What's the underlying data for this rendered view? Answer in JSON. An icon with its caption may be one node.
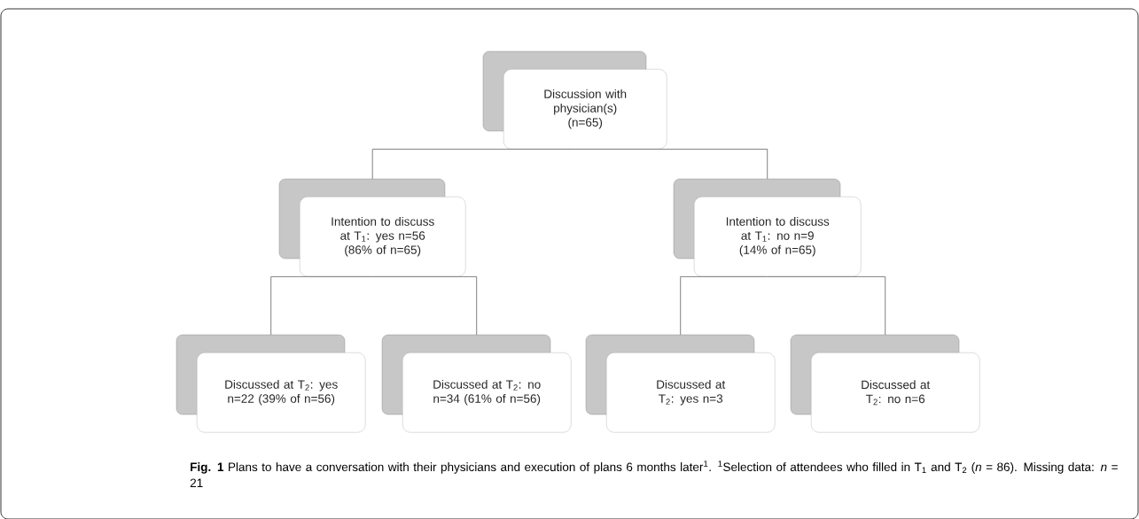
{
  "diagram": {
    "caption": "**Fig. 1** Plans to have a conversation with their physicians and execution of plans 6 months later$^{1}$. $^{1}$Selection of attendees who filled in T$_{1}$ and T$_{2}$ (*n* = 86). Missing data: *n* = 21",
    "nodes": [
      {
        "text": [
          "Discussion with physician(s) (n=65)"
        ]
      },
      {
        "text": [
          "Intention to discuss at T$_{1}$: yes n=56 (86% of n=65)"
        ]
      },
      {
        "text": [
          "Intention to discuss at T$_{1}$: no n=9 (14% of n=65)"
        ]
      },
      {
        "text": [
          "Discussed at T$_{2}$: yes n=22 (39% of n=56)"
        ]
      },
      {
        "text": [
          "Discussed at T$_{2}$: no n=34 (61% of n=56)"
        ]
      },
      {
        "text": [
          "Discussed at T$_{2}$: yes n=3"
        ]
      },
      {
        "text": [
          "Discussed at T$_{2}$: no n=6"
        ]
      }
    ],
    "edges": [
      {
        "from": 0,
        "to": 1,
        "arrow": "none"
      },
      {
        "from": 0,
        "to": 2,
        "arrow": "none"
      },
      {
        "from": 1,
        "to": 3,
        "arrow": "none"
      },
      {
        "from": 1,
        "to": 4,
        "arrow": "none"
      },
      {
        "from": 2,
        "to": 5,
        "arrow": "none"
      },
      {
        "from": 2,
        "to": 6,
        "arrow": "none"
      }
    ]
  }
}
